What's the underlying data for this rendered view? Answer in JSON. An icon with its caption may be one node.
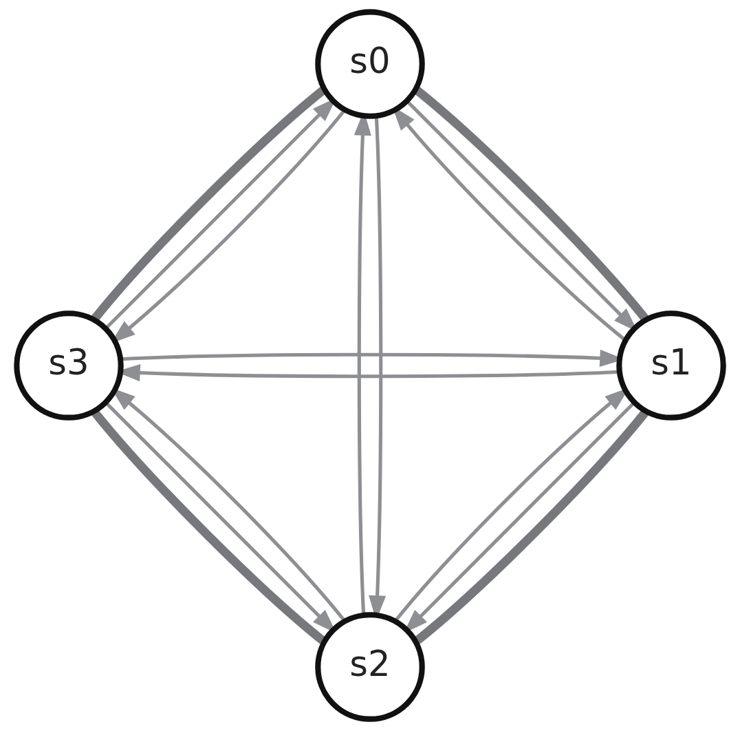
{
  "diagram": {
    "nodes": [
      {
        "text": [
          "s0"
        ]
      },
      {
        "text": [
          "s1"
        ]
      },
      {
        "text": [
          "s2"
        ]
      },
      {
        "text": [
          "s3"
        ]
      }
    ],
    "edges": [
      {
        "from": 0,
        "to": 1,
        "arrow": "none",
        "style": "thick",
        "color": "#77787b"
      },
      {
        "from": 1,
        "to": 2,
        "arrow": "none",
        "style": "thick",
        "color": "#77787b"
      },
      {
        "from": 2,
        "to": 3,
        "arrow": "none",
        "style": "thick",
        "color": "#77787b"
      },
      {
        "from": 3,
        "to": 0,
        "arrow": "none",
        "style": "thick",
        "color": "#77787b"
      },
      {
        "from": 0,
        "to": 3,
        "arrow": "to"
      },
      {
        "from": 3,
        "to": 0,
        "arrow": "to"
      },
      {
        "from": 0,
        "to": 2,
        "arrow": "to"
      },
      {
        "from": 2,
        "to": 0,
        "arrow": "to"
      },
      {
        "from": 0,
        "to": 1,
        "arrow": "to"
      },
      {
        "from": 1,
        "to": 0,
        "arrow": "to"
      },
      {
        "from": 1,
        "to": 3,
        "arrow": "to"
      },
      {
        "from": 3,
        "to": 1,
        "arrow": "to"
      },
      {
        "from": 3,
        "to": 2,
        "arrow": "to"
      },
      {
        "from": 2,
        "to": 3,
        "arrow": "to"
      },
      {
        "from": 2,
        "to": 1,
        "arrow": "to"
      },
      {
        "from": 1,
        "to": 2,
        "arrow": "to"
      }
    ]
  }
}
